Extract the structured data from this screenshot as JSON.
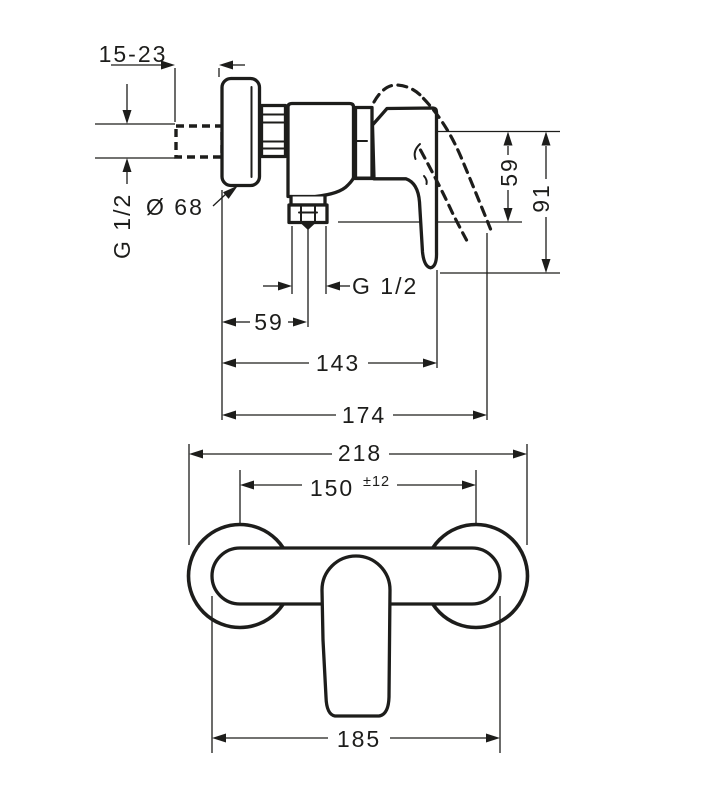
{
  "drawing": {
    "title": "Shower mixer installation dimension drawing",
    "line_color": "#1d1d1b",
    "views": {
      "side": "side profile with concealed supply pipe and lever swing (dashed)",
      "front": "front elevation with twin escutcheons"
    },
    "labels": {
      "wall_depth": "15-23",
      "supply_thread": "G 1/2",
      "escutcheon_dia": "Ø 68",
      "outlet_thread": "G 1/2",
      "outlet_offset": "59",
      "depth_lever": "143",
      "depth_max": "174",
      "lever_open_drop": "59",
      "lever_closed_drop": "91",
      "overall_width": "218",
      "centers_width": "150",
      "centers_tol": "±12",
      "body_width": "185"
    }
  }
}
